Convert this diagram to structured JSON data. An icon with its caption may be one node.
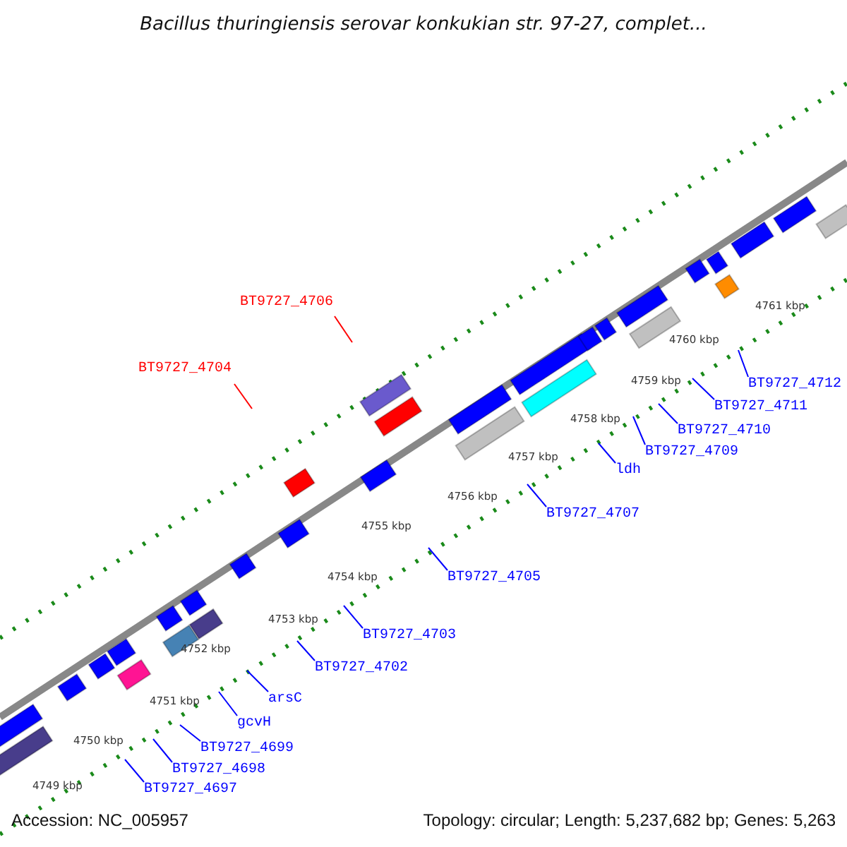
{
  "diagram": {
    "title": "Bacillus thuringiensis serovar konkukian str. 97-27, complet...",
    "nodes": [
      {
        "text": [
          "BT9727_4706"
        ]
      },
      {
        "text": [
          "BT9727_4704"
        ]
      },
      {
        "text": [
          "BT9727_4712"
        ]
      },
      {
        "text": [
          "BT9727_4711"
        ]
      },
      {
        "text": [
          "BT9727_4710"
        ]
      },
      {
        "text": [
          "BT9727_4709"
        ]
      },
      {
        "text": [
          "ldh"
        ]
      },
      {
        "text": [
          "BT9727_4707"
        ]
      },
      {
        "text": [
          "BT9727_4705"
        ]
      },
      {
        "text": [
          "BT9727_4703"
        ]
      },
      {
        "text": [
          "BT9727_4702"
        ]
      },
      {
        "text": [
          "arsC"
        ]
      },
      {
        "text": [
          "gcvH"
        ]
      },
      {
        "text": [
          "BT9727_4699"
        ]
      },
      {
        "text": [
          "BT9727_4698"
        ]
      },
      {
        "text": [
          "BT9727_4697"
        ]
      }
    ],
    "edges": [
      {
        "from": 0,
        "to": null,
        "arrow": "none",
        "color": "#ff0000"
      },
      {
        "from": 1,
        "to": null,
        "arrow": "none",
        "color": "#ff0000"
      },
      {
        "from": 2,
        "to": null,
        "arrow": "none"
      },
      {
        "from": 3,
        "to": null,
        "arrow": "none"
      },
      {
        "from": 4,
        "to": null,
        "arrow": "none"
      },
      {
        "from": 5,
        "to": null,
        "arrow": "none"
      },
      {
        "from": 6,
        "to": null,
        "arrow": "none"
      },
      {
        "from": 7,
        "to": null,
        "arrow": "none"
      },
      {
        "from": 8,
        "to": null,
        "arrow": "none"
      },
      {
        "from": 9,
        "to": null,
        "arrow": "none"
      },
      {
        "from": 10,
        "to": null,
        "arrow": "none"
      },
      {
        "from": 11,
        "to": null,
        "arrow": "none"
      },
      {
        "from": 12,
        "to": null,
        "arrow": "none"
      },
      {
        "from": 13,
        "to": null,
        "arrow": "none"
      },
      {
        "from": 14,
        "to": null,
        "arrow": "none"
      },
      {
        "from": 15,
        "to": null,
        "arrow": "none"
      }
    ],
    "labels": [
      "4761 kbp",
      "4760 kbp",
      "4759 kbp",
      "4758 kbp",
      "4757 kbp",
      "4756 kbp",
      "4755 kbp",
      "4754 kbp",
      "4753 kbp",
      "4752 kbp",
      "4751 kbp",
      "4750 kbp",
      "4749 kbp",
      "Accession: NC_005957",
      "Topology: circular; Length: 5,237,682 bp; Genes: 5,263"
    ]
  }
}
